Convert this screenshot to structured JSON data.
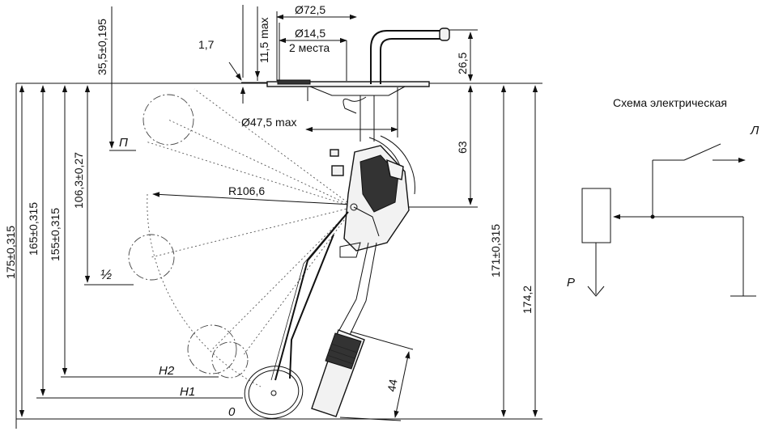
{
  "dimensions": {
    "dia_72_5": "Ø72,5",
    "dia_14_5": "Ø14,5",
    "places_2": "2 места",
    "max_11_5": "11,5 max",
    "d_35_5": "35,5±0,195",
    "d_1_7": "1,7",
    "d_26_5": "26,5",
    "dia_47_5": "Ø47,5 max",
    "d_63": "63",
    "radius": "R106,6",
    "d_106_3": "106,3±0,27",
    "d_155": "155±0,315",
    "d_165": "165±0,315",
    "d_175": "175±0,315",
    "d_171": "171±0,315",
    "d_174_2": "174,2",
    "d_44": "44"
  },
  "positions": {
    "p": "П",
    "half": "½",
    "h2": "H2",
    "h1": "H1",
    "zero": "0"
  },
  "schematic": {
    "title": "Схема электрическая",
    "label_l": "Л",
    "label_p": "Р"
  }
}
